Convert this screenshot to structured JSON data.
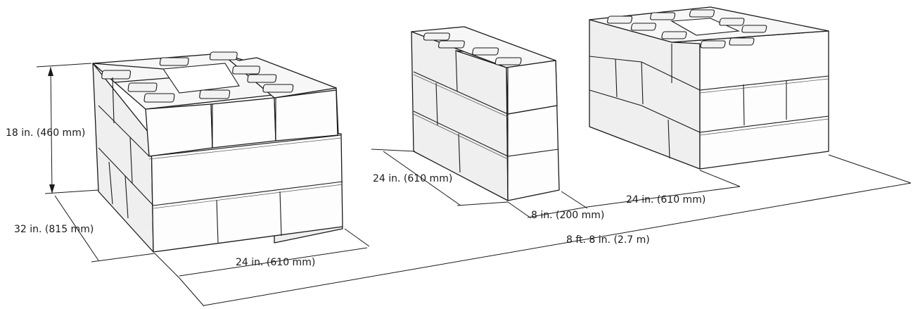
{
  "dimensions": {
    "height_a": "18 in. (460 mm)",
    "depth_a": "32 in. (815 mm)",
    "width_a": "24 in. (610 mm)",
    "length_b": "24 in. (610 mm)",
    "thickness_b": "8 in. (200 mm)",
    "width_c": "24 in. (610 mm)",
    "overall": "8 ft. 8 in. (2.7 m)"
  }
}
